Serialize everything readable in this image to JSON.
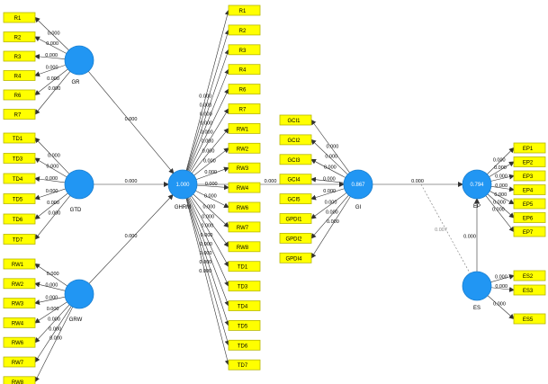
{
  "latents": [
    {
      "id": "GR",
      "label": "GR",
      "value": ""
    },
    {
      "id": "GTD",
      "label": "GTD",
      "value": ""
    },
    {
      "id": "GRW",
      "label": "GRW",
      "value": ""
    },
    {
      "id": "GHRM",
      "label": "GHRM",
      "value": "1.000"
    },
    {
      "id": "GI",
      "label": "GI",
      "value": "0.867"
    },
    {
      "id": "EP",
      "label": "EP",
      "value": "0.794"
    },
    {
      "id": "ES",
      "label": "ES",
      "value": ""
    }
  ],
  "indicator_groups": {
    "GR": [
      "R1",
      "R2",
      "R3",
      "R4",
      "R6",
      "R7"
    ],
    "GTD": [
      "TD1",
      "TD3",
      "TD4",
      "TD5",
      "TD6",
      "TD7"
    ],
    "GRW": [
      "RW1",
      "RW2",
      "RW3",
      "RW4",
      "RW6",
      "RW7",
      "RW8"
    ],
    "GHRM": [
      "R1",
      "R2",
      "R3",
      "R4",
      "R6",
      "R7",
      "RW1",
      "RW2",
      "RW3",
      "RW4",
      "RW6",
      "RW7",
      "RW8",
      "TD1",
      "TD3",
      "TD4",
      "TD5",
      "TD6",
      "TD7"
    ],
    "GI": [
      "GCI1",
      "GCI2",
      "GCI3",
      "GCI4",
      "GCI5",
      "GPDI1",
      "GPDI2",
      "GPDI4"
    ],
    "EP": [
      "EP1",
      "EP2",
      "EP3",
      "EP4",
      "EP5",
      "EP6",
      "EP7"
    ],
    "ES": [
      "ES2",
      "ES3",
      "ES5"
    ]
  },
  "loading_value": "0.000",
  "structural_paths": [
    {
      "from": "GR",
      "to": "GHRM",
      "value": "0.000"
    },
    {
      "from": "GTD",
      "to": "GHRM",
      "value": "0.000"
    },
    {
      "from": "GRW",
      "to": "GHRM",
      "value": "0.000"
    },
    {
      "from": "GHRM",
      "to": "GI",
      "value": "0.000"
    },
    {
      "from": "GI",
      "to": "EP",
      "value": "0.000"
    },
    {
      "from": "ES",
      "to": "EP",
      "value": "0.000"
    },
    {
      "from": "ES",
      "to": "GI-EP",
      "value": "0.007",
      "style": "dashed"
    }
  ],
  "colors": {
    "latent": "#2196f3",
    "indicator": "#ffff00",
    "moderating": "#888888"
  }
}
